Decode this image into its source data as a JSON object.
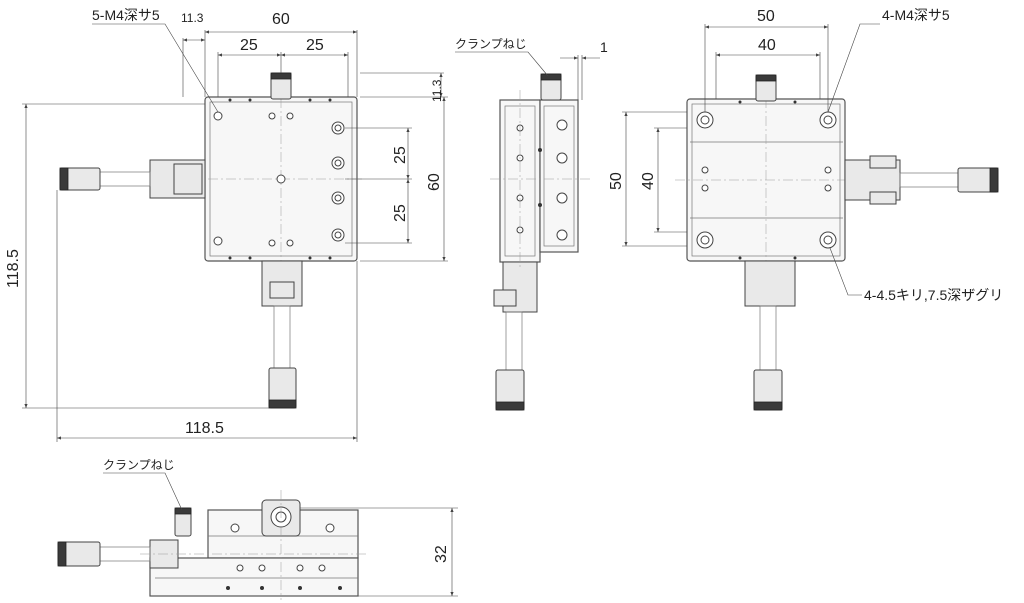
{
  "top_view": {
    "overall_width": "60",
    "pitch_x_left": "25",
    "pitch_x_right": "25",
    "edge_offset_x": "11.3",
    "edge_offset_y": "11.3",
    "overall_height": "60",
    "pitch_y_top": "25",
    "pitch_y_bottom": "25",
    "travel_height": "118.5",
    "travel_width": "118.5",
    "tap_callout": "5-M4深サ5"
  },
  "side_view": {
    "clamp_label": "クランプねじ",
    "gap": "1"
  },
  "bottom_view": {
    "overall_width": "50",
    "pitch_x": "40",
    "overall_height": "50",
    "pitch_y": "40",
    "tap_callout": "4-M4深サ5",
    "counterbore_callout": "4-4.5キリ,7.5深ザグリ"
  },
  "front_view": {
    "clamp_label": "クランプねじ",
    "height": "32"
  }
}
